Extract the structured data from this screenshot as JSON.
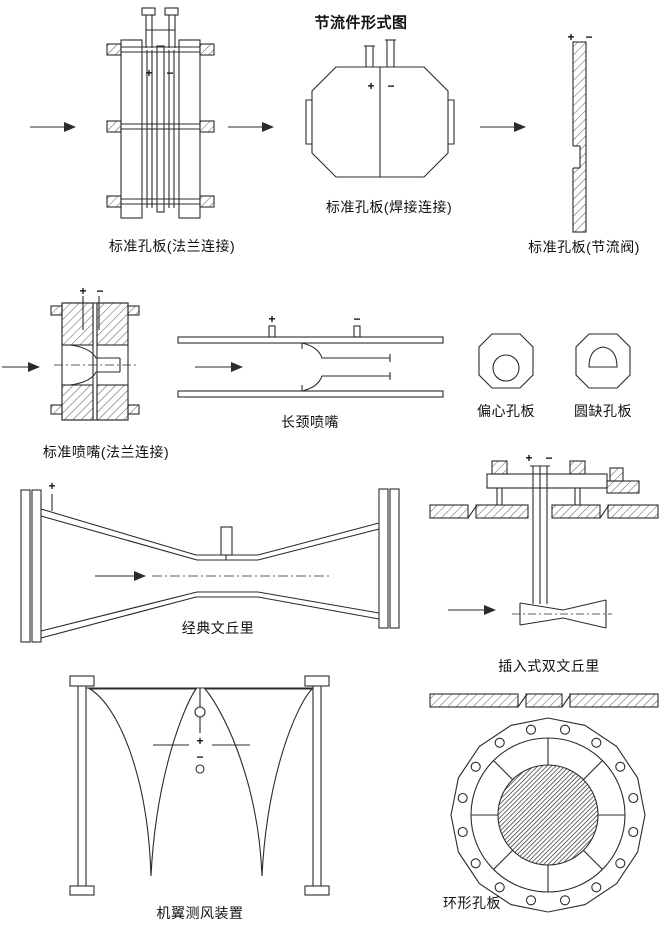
{
  "title": "节流件形式图",
  "symbols": {
    "plus": "+",
    "minus": "−"
  },
  "colors": {
    "ink": "#2b2b2b",
    "background": "#ffffff"
  },
  "figures": [
    {
      "id": "standard-orifice-flange",
      "label": "标准孔板(法兰连接)"
    },
    {
      "id": "standard-orifice-welded",
      "label": "标准孔板(焊接连接)"
    },
    {
      "id": "standard-orifice-throttle-valve",
      "label": "标准孔板(节流阀)"
    },
    {
      "id": "standard-nozzle-flange",
      "label": "标准喷嘴(法兰连接)"
    },
    {
      "id": "long-neck-nozzle",
      "label": "长颈喷嘴"
    },
    {
      "id": "eccentric-orifice",
      "label": "偏心孔板"
    },
    {
      "id": "segmental-orifice",
      "label": "圆缺孔板"
    },
    {
      "id": "classic-venturi",
      "label": "经典文丘里"
    },
    {
      "id": "insert-double-venturi",
      "label": "插入式双文丘里"
    },
    {
      "id": "airfoil-wind-device",
      "label": "机翼测风装置"
    },
    {
      "id": "annular-orifice",
      "label": "环形孔板"
    }
  ]
}
